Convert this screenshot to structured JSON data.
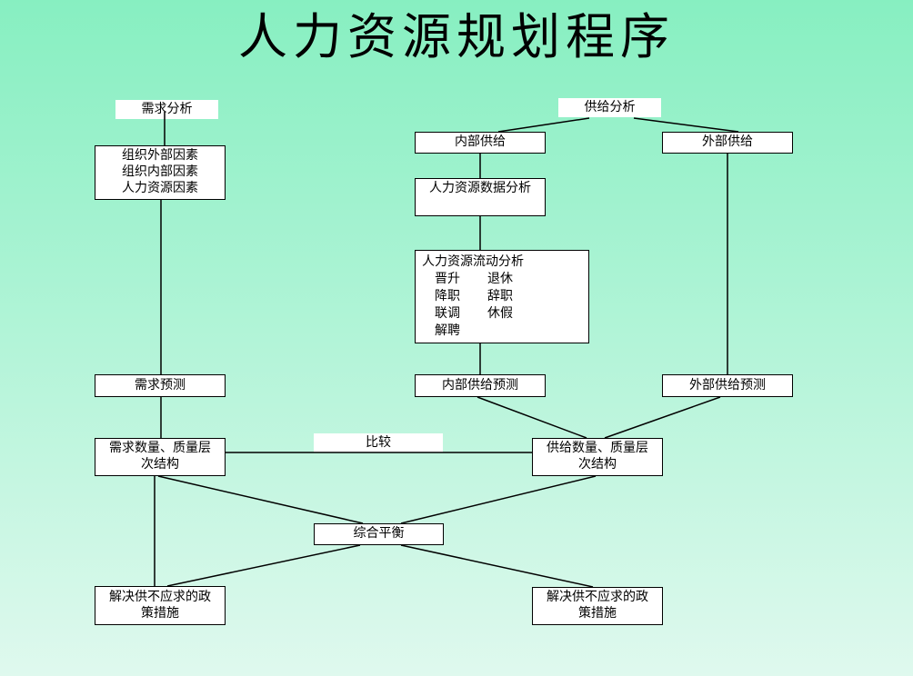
{
  "slide": {
    "title": "人力资源规划程序",
    "background_top_color": "#87efc1",
    "background_bottom_color": "#dff9ee",
    "box_fill_color": "#ffffff",
    "line_color": "#000000"
  },
  "diagram": {
    "nodes": {
      "demand_analysis": {
        "label": "需求分析"
      },
      "factors": {
        "label": "组织外部因素\n组织内部因素\n人力资源因素"
      },
      "supply_analysis": {
        "label": "供给分析"
      },
      "internal_supply": {
        "label": "内部供给"
      },
      "external_supply": {
        "label": "外部供给"
      },
      "hr_data_analysis": {
        "label": "人力资源数据分析"
      },
      "hr_flow_analysis": {
        "title": "人力资源流动分析",
        "rows": [
          [
            "晋升",
            "退休"
          ],
          [
            "降职",
            "辞职"
          ],
          [
            "联调",
            "休假"
          ],
          [
            "解聘",
            ""
          ]
        ]
      },
      "demand_forecast": {
        "label": "需求预测"
      },
      "internal_supply_forecast": {
        "label": "内部供给预测"
      },
      "external_supply_forecast": {
        "label": "外部供给预测"
      },
      "demand_structure": {
        "label": "需求数量、质量层\n次结构"
      },
      "compare": {
        "label": "比较"
      },
      "supply_structure": {
        "label": "供给数量、质量层\n次结构"
      },
      "balance": {
        "label": "综合平衡"
      },
      "policy_left": {
        "label": "解决供不应求的政\n策措施"
      },
      "policy_right": {
        "label": "解决供不应求的政\n策措施"
      }
    },
    "edges": [
      {
        "from": "demand_analysis",
        "to": "factors"
      },
      {
        "from": "factors",
        "to": "demand_forecast"
      },
      {
        "from": "demand_forecast",
        "to": "demand_structure"
      },
      {
        "from": "demand_structure",
        "to": "policy_left"
      },
      {
        "from": "demand_structure",
        "to": "balance"
      },
      {
        "from": "supply_structure",
        "to": "balance"
      },
      {
        "from": "balance",
        "to": "policy_left"
      },
      {
        "from": "balance",
        "to": "policy_right"
      },
      {
        "from": "supply_analysis",
        "to": "internal_supply"
      },
      {
        "from": "supply_analysis",
        "to": "external_supply"
      },
      {
        "from": "internal_supply",
        "to": "hr_data_analysis"
      },
      {
        "from": "hr_data_analysis",
        "to": "hr_flow_analysis"
      },
      {
        "from": "hr_flow_analysis",
        "to": "internal_supply_forecast"
      },
      {
        "from": "external_supply",
        "to": "external_supply_forecast"
      },
      {
        "from": "internal_supply_forecast",
        "to": "supply_structure"
      },
      {
        "from": "external_supply_forecast",
        "to": "supply_structure"
      },
      {
        "from": "demand_structure",
        "to": "supply_structure",
        "via": "compare"
      }
    ]
  }
}
